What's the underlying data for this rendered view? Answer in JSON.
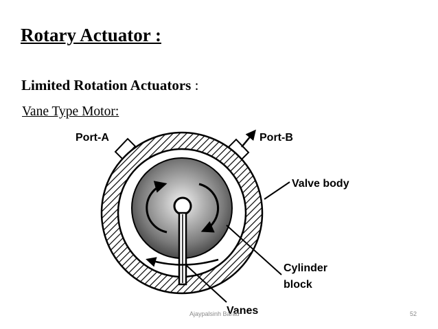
{
  "slide": {
    "title": "Rotary Actuator :",
    "subtitle_bold": "Limited Rotation Actuators",
    "subtitle_rest": " :",
    "section_label": "Vane Type Motor:"
  },
  "diagram": {
    "labels": {
      "port_a": "Port-A",
      "port_b": "Port-B",
      "valve_body": "Valve body",
      "cylinder_line1": "Cylinder",
      "cylinder_line2": "block",
      "vanes": "Vanes"
    }
  },
  "footer": {
    "author": "Ajaypalsinh Barad",
    "page_number": "52"
  }
}
